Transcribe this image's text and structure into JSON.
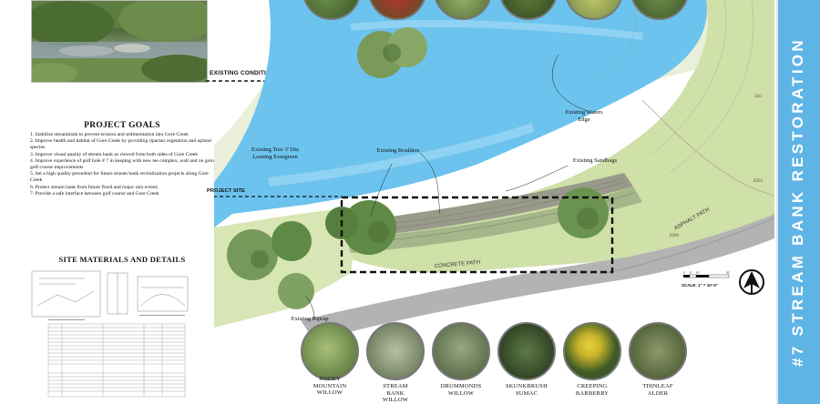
{
  "photo_caption": "EXISTING CONDITIONS PHOTO",
  "project_goals": {
    "title": "PROJECT GOALS",
    "items": [
      "1.  Stabilize streambank to prevent erosion and sedimentation into Gore Creek",
      "2.  Improve health and habitat of Gore Creek by providing riparian vegetation and upland species",
      "3.  Improve visual quality of stream bank as viewed from both sides of Gore Creek",
      "4.  Improve experience of golf hole # 7 in keeping with new tee complex, wall and on going golf course improvements",
      "5.  Set a high quality precedent for future stream bank revitalization projects along Gore Creek",
      "6.  Protect stream bank from future flood and major rain events",
      "7.  Provide a safe interface between golf course and Gore Creek"
    ]
  },
  "site_materials_title": "SITE MATERIALS AND DETAILS",
  "plan_labels": {
    "existing_waters_edge": [
      "Existing Waters",
      "Edge"
    ],
    "existing_tree": [
      "Existing Tree 3' Dia",
      "Leaning Evergreen"
    ],
    "existing_boulders": "Existing Boulders",
    "existing_sandbags": "Existing Sandbags",
    "project_site": "PROJECT SITE",
    "concrete_path": "CONCRETE PATH",
    "asphalt_path": "ASPHALT PATH",
    "existing_riprap": "Existing Riprap",
    "contour_8203": "8203",
    "contour_820": "820",
    "contour_8206": "8206"
  },
  "scale": {
    "ticks": [
      "0",
      "5'",
      "10'",
      "20'"
    ],
    "text": "SCALE: 1\" = 10'-0\""
  },
  "plants": [
    {
      "name": "ROCKY MOUNTAIN WILLOW",
      "lines": [
        "ROCKY",
        "MOUNTAIN",
        "WILLOW"
      ],
      "color": "#7a9a4a"
    },
    {
      "name": "STREAM BANK WILLOW",
      "lines": [
        "STREAM",
        "BANK",
        "WILLOW"
      ],
      "color": "#8a9a7a"
    },
    {
      "name": "DRUMMONDS WILLOW",
      "lines": [
        "DRUMMONDS",
        "WILLOW"
      ],
      "color": "#6c7d56"
    },
    {
      "name": "SKUNKBRUSH SUMAC",
      "lines": [
        "SKUNKBRUSH",
        "SUMAC"
      ],
      "color": "#3f5a2c"
    },
    {
      "name": "CREEPING BARBERRY",
      "lines": [
        "CREEPING",
        "BARBERRY"
      ],
      "color": "#d4c22a"
    },
    {
      "name": "THINLEAF ALDER",
      "lines": [
        "THINLEAF",
        "ALDER"
      ],
      "color": "#5b6e3c"
    }
  ],
  "banner_title": "#7 STREAM BANK RESTORATION",
  "colors": {
    "banner": "#5fb4e6",
    "water": "#6cc3ee",
    "grass": "#c9dca4",
    "path": "#b5b5b5",
    "project_site_border": "#111111"
  }
}
